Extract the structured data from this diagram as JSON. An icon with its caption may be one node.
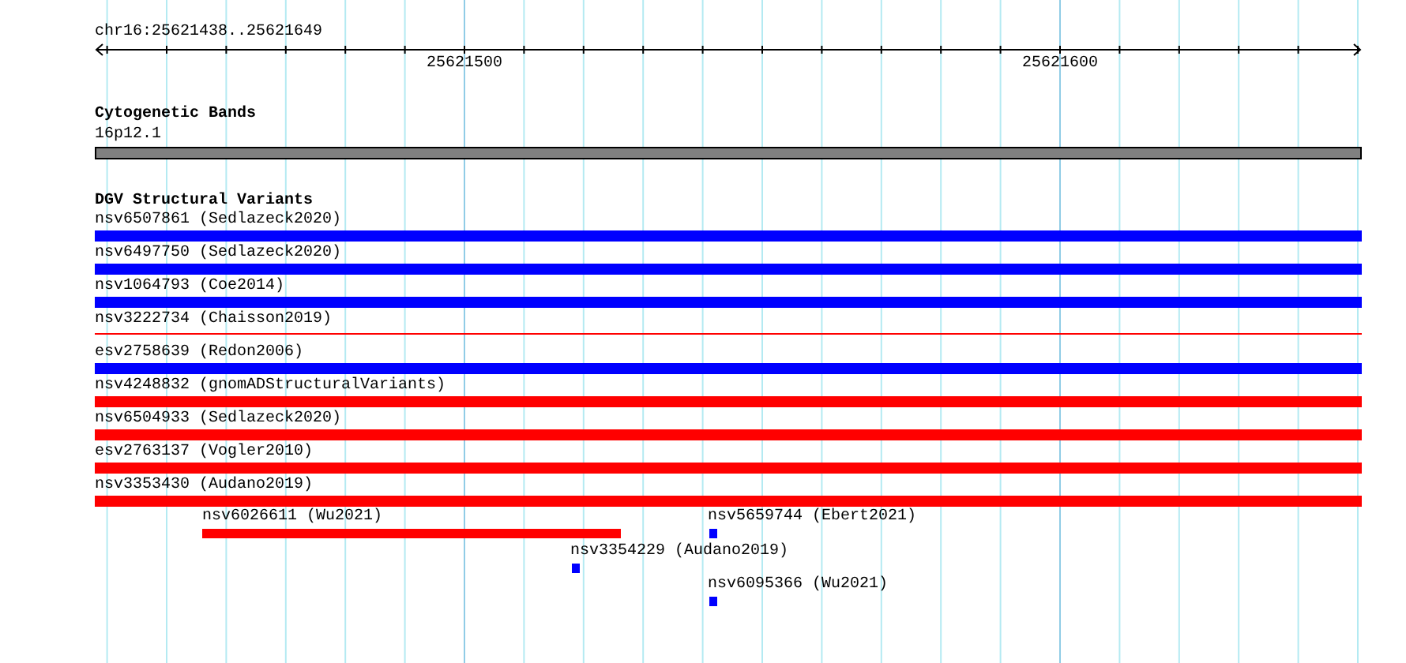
{
  "diagram": {
    "nodes": [
      {
        "text": [
          "16p12.1"
        ]
      },
      {
        "text": [
          "nsv6507861 (Sedlazeck2020)"
        ]
      },
      {
        "text": [
          "nsv6497750 (Sedlazeck2020)"
        ]
      },
      {
        "text": [
          "nsv1064793 (Coe2014)"
        ]
      },
      {
        "text": [
          "nsv3222734 (Chaisson2019)"
        ]
      },
      {
        "text": [
          "esv2758639 (Redon2006)"
        ]
      },
      {
        "text": [
          "nsv4248832 (gnomADStructuralVariants)"
        ]
      },
      {
        "text": [
          "nsv6504933 (Sedlazeck2020)"
        ]
      },
      {
        "text": [
          "esv2763137 (Vogler2010)"
        ]
      },
      {
        "text": [
          "nsv3353430 (Audano2019)"
        ]
      },
      {
        "text": [
          "nsv6026611 (Wu2021)"
        ]
      },
      {
        "text": [
          "nsv5659744 (Ebert2021)"
        ]
      },
      {
        "text": [
          "nsv3354229 (Audano2019)"
        ]
      },
      {
        "text": [
          "nsv6095366 (Wu2021)"
        ]
      }
    ],
    "labels": [
      "chr16:25621438..25621649",
      "25621500",
      "25621600",
      "Cytogenetic Bands",
      "DGV Structural Variants"
    ]
  }
}
